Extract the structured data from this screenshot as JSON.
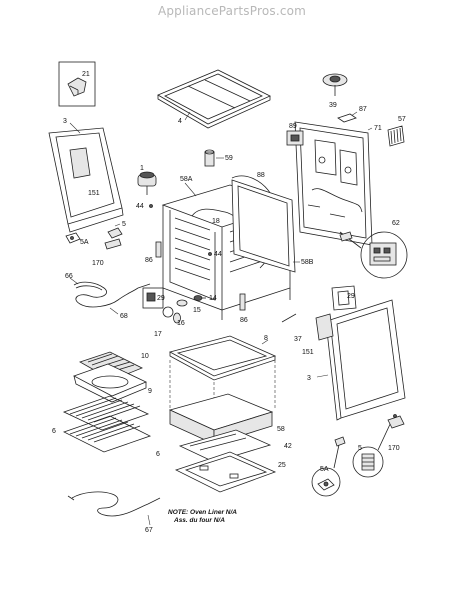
{
  "watermark": "AppliancePartsPros.com",
  "note": {
    "line1": "NOTE: Oven Liner N/A",
    "line2": "Ass. du four N/A"
  },
  "callouts": {
    "c21": "21",
    "c3a": "3",
    "c4": "4",
    "c39": "39",
    "c87": "87",
    "c57": "57",
    "c89": "89",
    "c71": "71",
    "c151a": "151",
    "c1": "1",
    "c59": "59",
    "c58a": "58A",
    "c88": "88",
    "c44a": "44",
    "c18": "18",
    "c44b": "44",
    "c5a": "5",
    "c5aa": "5A",
    "c170a": "170",
    "c86a": "86",
    "c58b": "58B",
    "c62": "62",
    "c66": "66",
    "c29a": "29",
    "c14": "14",
    "c15": "15",
    "c68": "68",
    "c17": "17",
    "c16": "16",
    "c86b": "86",
    "c29b": "29",
    "c37": "37",
    "c151b": "151",
    "c10": "10",
    "c8": "8",
    "c9": "9",
    "c3b": "3",
    "c6a": "6",
    "c6b": "6",
    "c58": "58",
    "c42": "42",
    "c25": "25",
    "c5b": "5",
    "c170b": "170",
    "c5ab": "5A",
    "c67": "67"
  }
}
